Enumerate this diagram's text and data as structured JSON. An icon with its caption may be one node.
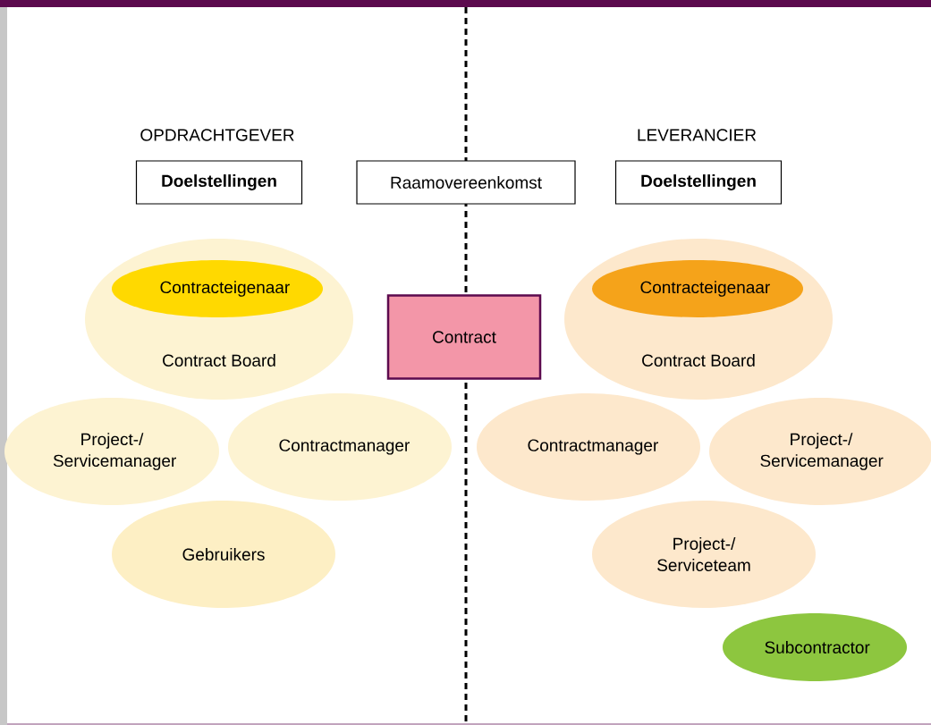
{
  "diagram": {
    "nodes": [
      {
        "text": [
          "Doelstellingen"
        ]
      },
      {
        "text": [
          "Raamovereenkomst"
        ]
      },
      {
        "text": [
          "Doelstellingen"
        ]
      },
      {
        "text": [
          "Contract Board"
        ]
      },
      {
        "text": [
          "Contracteigenaar"
        ],
        "in": 3
      },
      {
        "text": [
          "Project-/ Servicemanager"
        ]
      },
      {
        "text": [
          "Contractmanager"
        ]
      },
      {
        "text": [
          "Gebruikers"
        ]
      },
      {
        "text": [
          "Contract"
        ]
      },
      {
        "text": [
          "Contract Board"
        ]
      },
      {
        "text": [
          "Contracteigenaar"
        ],
        "in": 9
      },
      {
        "text": [
          "Contractmanager"
        ]
      },
      {
        "text": [
          "Project-/ Servicemanager"
        ]
      },
      {
        "text": [
          "Project-/ Serviceteam"
        ]
      },
      {
        "text": [
          "Subcontractor"
        ]
      }
    ],
    "labels": [
      "OPDRACHTGEVER",
      "LEVERANCIER"
    ]
  }
}
